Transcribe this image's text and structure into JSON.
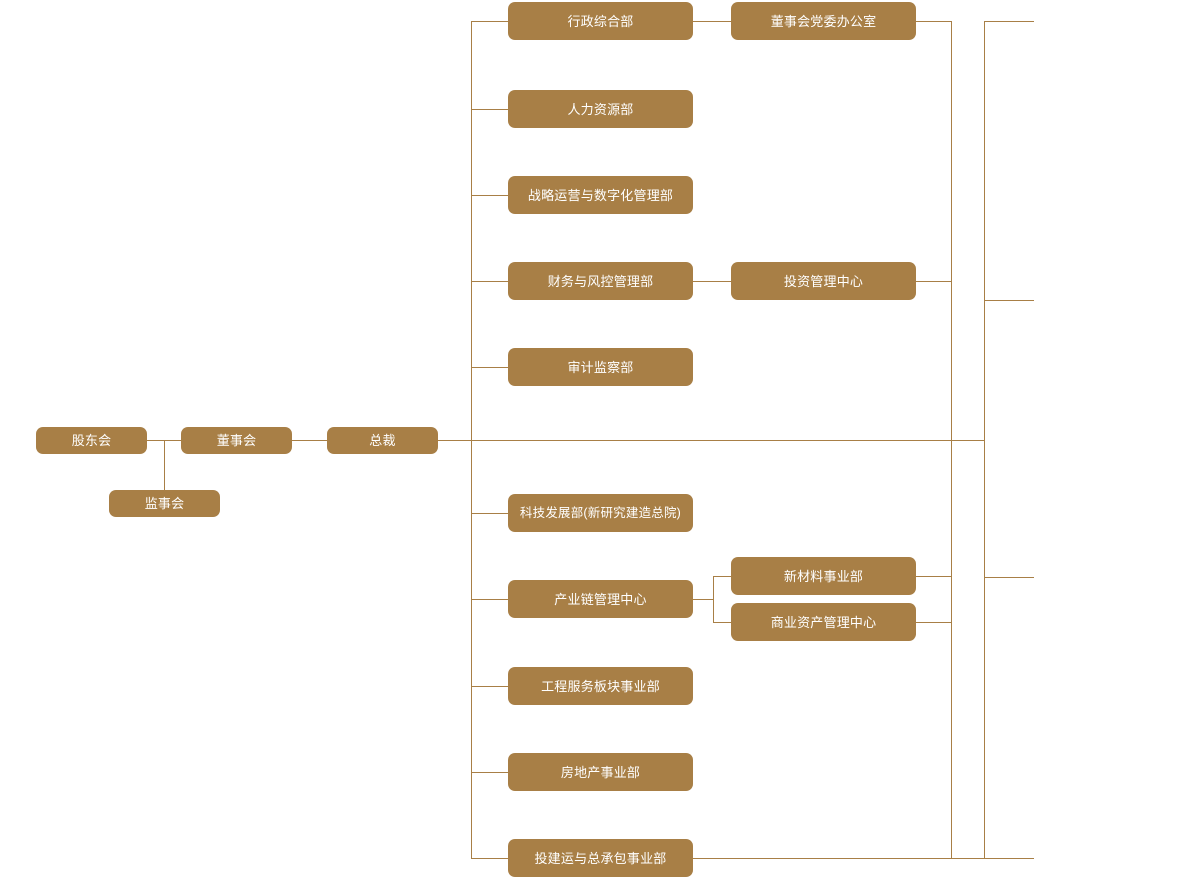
{
  "chart_title": "",
  "theme": {
    "node_fill": "#a87f46",
    "node_text": "#ffffff",
    "connector": "#a87f46",
    "background": "#ffffff"
  },
  "nodes": {
    "shareholders_meeting": "股东会",
    "board_of_directors": "董事会",
    "supervisory_board": "监事会",
    "president": "总裁",
    "admin_general_dept": "行政综合部",
    "board_party_office": "董事会党委办公室",
    "human_resources_dept": "人力资源部",
    "strategy_ops_digital_dept": "战略运营与数字化管理部",
    "finance_risk_dept": "财务与风控管理部",
    "investment_management_center": "投资管理中心",
    "audit_supervision_dept": "审计监察部",
    "tech_development_dept": "科技发展部(新研究建造总院)",
    "industry_chain_center": "产业链管理中心",
    "new_materials_division": "新材料事业部",
    "commercial_asset_center": "商业资产管理中心",
    "engineering_services_division": "工程服务板块事业部",
    "real_estate_division": "房地产事业部",
    "investment_construction_epc_division": "投建运与总承包事业部"
  },
  "chart_data": {
    "type": "org-chart",
    "orientation": "horizontal-left-to-right",
    "levels": [
      {
        "level": 1,
        "members": [
          "股东会"
        ]
      },
      {
        "level": 2,
        "members": [
          "董事会",
          "监事会"
        ]
      },
      {
        "level": 3,
        "members": [
          "总裁"
        ]
      },
      {
        "level": 4,
        "members": [
          "行政综合部",
          "人力资源部",
          "战略运营与数字化管理部",
          "财务与风控管理部",
          "审计监察部",
          "科技发展部(新研究建造总院)",
          "产业链管理中心",
          "工程服务板块事业部",
          "房地产事业部",
          "投建运与总承包事业部"
        ]
      },
      {
        "level": 5,
        "members": [
          "董事会党委办公室",
          "投资管理中心",
          "新材料事业部",
          "商业资产管理中心"
        ]
      }
    ],
    "edges": [
      {
        "from": "股东会",
        "to": "董事会"
      },
      {
        "from": "股东会",
        "to": "监事会"
      },
      {
        "from": "董事会",
        "to": "总裁"
      },
      {
        "from": "总裁",
        "to": "行政综合部"
      },
      {
        "from": "总裁",
        "to": "人力资源部"
      },
      {
        "from": "总裁",
        "to": "战略运营与数字化管理部"
      },
      {
        "from": "总裁",
        "to": "财务与风控管理部"
      },
      {
        "from": "总裁",
        "to": "审计监察部"
      },
      {
        "from": "总裁",
        "to": "科技发展部(新研究建造总院)"
      },
      {
        "from": "总裁",
        "to": "产业链管理中心"
      },
      {
        "from": "总裁",
        "to": "工程服务板块事业部"
      },
      {
        "from": "总裁",
        "to": "房地产事业部"
      },
      {
        "from": "总裁",
        "to": "投建运与总承包事业部"
      },
      {
        "from": "行政综合部",
        "to": "董事会党委办公室"
      },
      {
        "from": "财务与风控管理部",
        "to": "投资管理中心"
      },
      {
        "from": "产业链管理中心",
        "to": "新材料事业部"
      },
      {
        "from": "产业链管理中心",
        "to": "商业资产管理中心"
      },
      {
        "from": "投建运与总承包事业部",
        "to": "商业资产管理中心"
      }
    ]
  }
}
